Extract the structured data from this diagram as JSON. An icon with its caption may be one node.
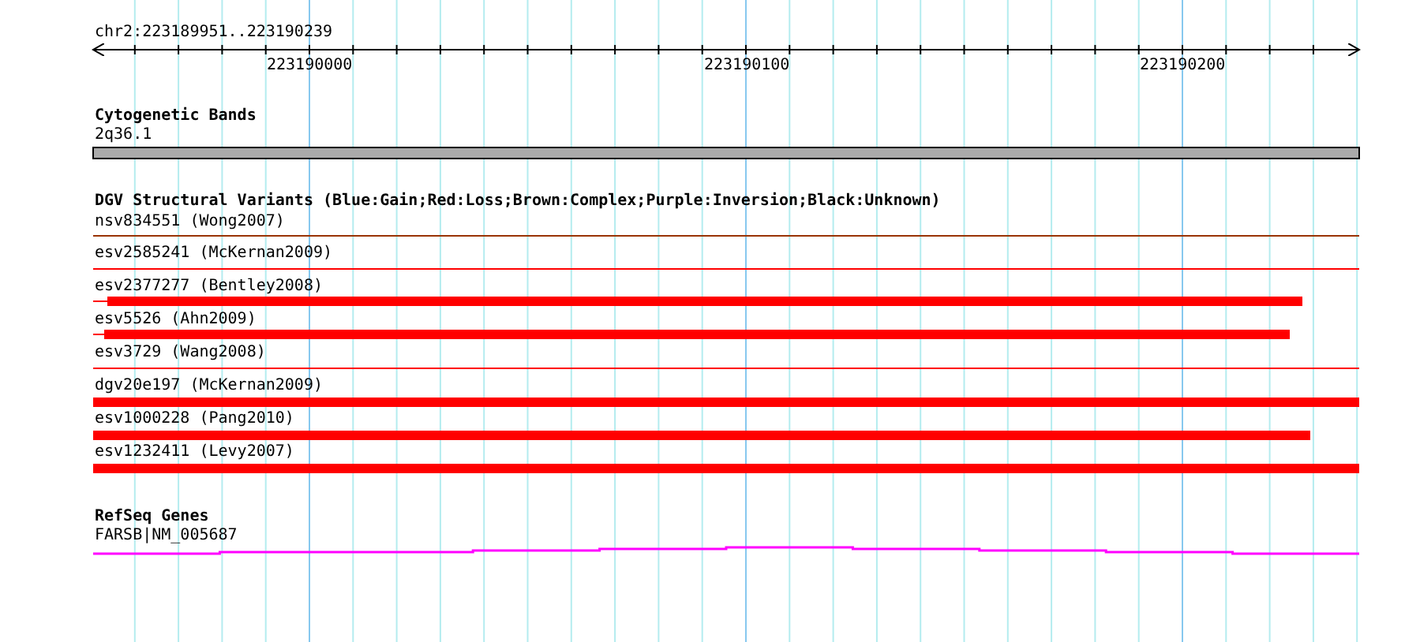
{
  "diagram": {
    "labels": [
      "chr2:223189951..223190239",
      "223190000",
      "223190100",
      "223190200",
      "Cytogenetic Bands",
      "2q36.1",
      "DGV Structural Variants (Blue:Gain;Red:Loss;Brown:Complex;Purple:Inversion;Black:Unknown)",
      "nsv834551 (Wong2007)",
      "esv2585241 (McKernan2009)",
      "esv2377277 (Bentley2008)",
      "esv5526 (Ahn2009)",
      "esv3729 (Wang2008)",
      "dgv20e197 (McKernan2009)",
      "esv1000228 (Pang2010)",
      "esv1232411 (Levy2007)",
      "RefSeq Genes",
      "FARSB|NM_005687"
    ]
  }
}
